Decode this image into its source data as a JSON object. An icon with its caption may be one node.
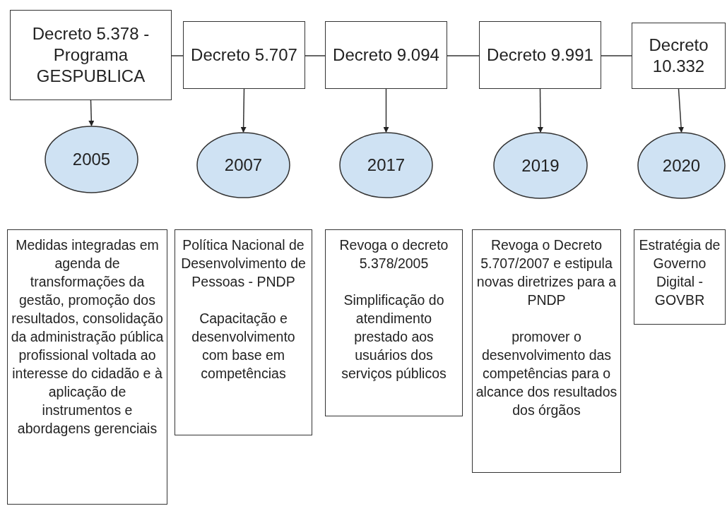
{
  "diagram": {
    "nodes": [
      {
        "text": [
          "Decreto 5.378 - Programa GESPUBLICA"
        ]
      },
      {
        "text": [
          "Decreto 5.707"
        ]
      },
      {
        "text": [
          "Decreto 9.094"
        ]
      },
      {
        "text": [
          "Decreto 9.991"
        ]
      },
      {
        "text": [
          "Decreto 10.332"
        ]
      },
      {
        "text": [
          "2005"
        ]
      },
      {
        "text": [
          "2007"
        ]
      },
      {
        "text": [
          "2017"
        ]
      },
      {
        "text": [
          "2019"
        ]
      },
      {
        "text": [
          "2020"
        ]
      },
      {
        "text": [
          "Medidas integradas em agenda de transformações da gestão, promoção dos resultados, consolidação da administração pública profissional voltada ao interesse do cidadão e à aplicação de instrumentos e abordagens gerenciais"
        ]
      },
      {
        "text": [
          "Política Nacional de Desenvolvimento de Pessoas - PNDP",
          "Capacitação e desenvolvimento com base em competências"
        ]
      },
      {
        "text": [
          "Revoga o decreto 5.378/2005",
          "Simplificação do atendimento prestado aos usuários dos serviços públicos"
        ]
      },
      {
        "text": [
          "Revoga o Decreto 5.707/2007 e estipula novas diretrizes para a PNDP",
          "promover o desenvolvimento das competências para o alcance dos resultados dos órgãos"
        ]
      },
      {
        "text": [
          "Estratégia de Governo Digital - GOVBR"
        ]
      }
    ],
    "edges": [
      {
        "from": 0,
        "to": 1,
        "arrow": "none"
      },
      {
        "from": 1,
        "to": 2,
        "arrow": "none"
      },
      {
        "from": 2,
        "to": 3,
        "arrow": "none"
      },
      {
        "from": 3,
        "to": 4,
        "arrow": "none"
      },
      {
        "from": 0,
        "to": 5,
        "arrow": "to"
      },
      {
        "from": 1,
        "to": 6,
        "arrow": "to"
      },
      {
        "from": 2,
        "to": 7,
        "arrow": "to"
      },
      {
        "from": 3,
        "to": 8,
        "arrow": "to"
      },
      {
        "from": 4,
        "to": 9,
        "arrow": "to"
      }
    ]
  }
}
